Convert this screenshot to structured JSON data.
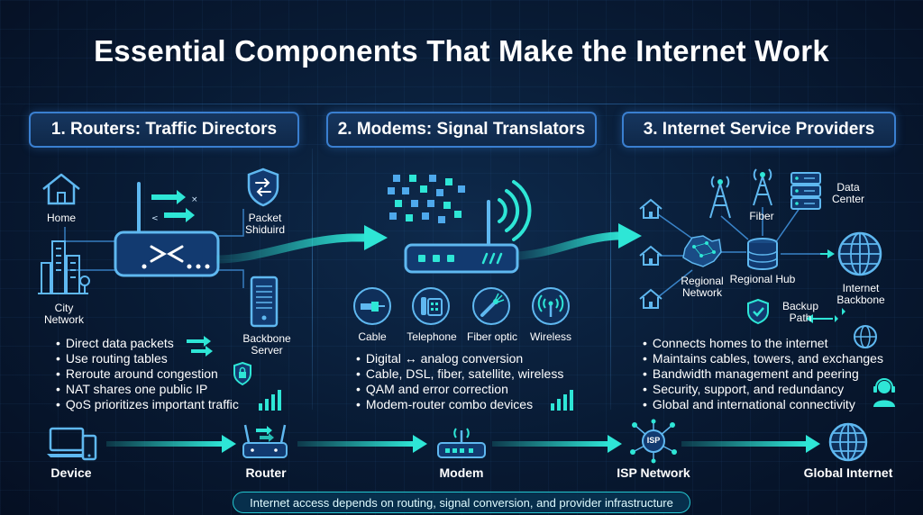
{
  "title": "Essential Components That Make the Internet Work",
  "colors": {
    "accent": "#2ee6d6",
    "icon": "#5fb8f0",
    "border": "#3a7fd0"
  },
  "sections": {
    "routers": {
      "header": "1. Routers: Traffic Directors",
      "labels": {
        "home": "Home",
        "city_line1": "City",
        "city_line2": "Network",
        "packet_line1": "Packet",
        "packet_line2": "Shiduird",
        "backbone_line1": "Backbone",
        "backbone_line2": "Server"
      },
      "bullets": [
        "Direct data packets",
        "Use routing tables",
        "Reroute around congestion",
        "NAT shares one public IP",
        "QoS prioritizes important traffic"
      ]
    },
    "modems": {
      "header": "2. Modems: Signal Translators",
      "labels": {
        "cable": "Cable",
        "telephone": "Telephone",
        "fiber": "Fiber optic",
        "wireless": "Wireless"
      },
      "bullets": [
        "Digital ↔ analog conversion",
        "Cable, DSL, fiber, satellite, wireless",
        "QAM and error correction",
        "Modem-router combo devices"
      ]
    },
    "isp": {
      "header": "3. Internet Service Providers",
      "labels": {
        "fiber": "Fiber",
        "dc_line1": "Data",
        "dc_line2": "Center",
        "regional_line1": "Regional",
        "regional_line2": "Network",
        "hub": "Regional Hub",
        "ib_line1": "Internet",
        "ib_line2": "Backbone",
        "backup_line1": "Backup",
        "backup_line2": "Path"
      },
      "bullets": [
        "Connects homes to the internet",
        "Maintains cables, towers, and exchanges",
        "Bandwidth management and peering",
        "Security, support, and redundancy",
        "Global and international connectivity"
      ]
    }
  },
  "flow": {
    "device": "Device",
    "router": "Router",
    "modem": "Modem",
    "isp_network": "ISP Network",
    "isp_badge": "ISP",
    "global_internet": "Global Internet"
  },
  "footer": "Internet access depends on routing, signal conversion, and provider infrastructure"
}
